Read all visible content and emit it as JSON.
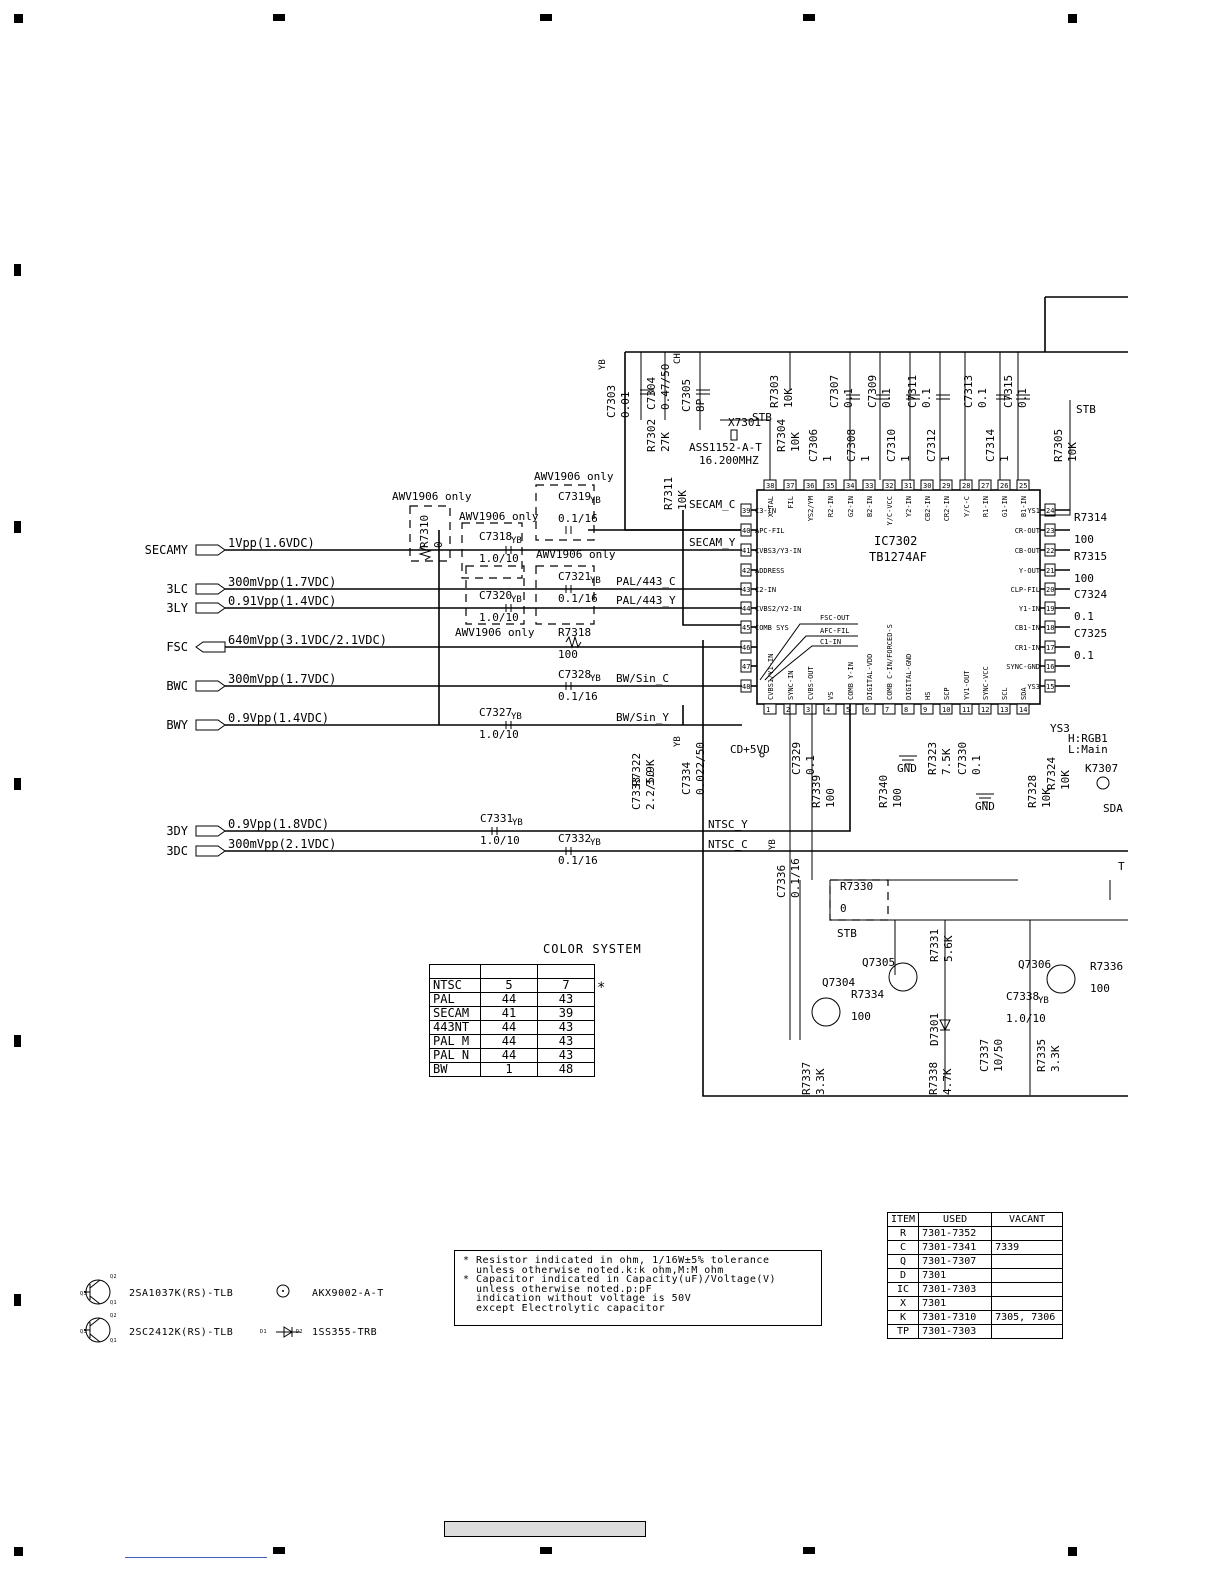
{
  "inputs": [
    {
      "name": "SECAMY",
      "signal": "1Vpp(1.6VDC)"
    },
    {
      "name": "3LC",
      "signal": "300mVpp(1.7VDC)"
    },
    {
      "name": "3LY",
      "signal": "0.91Vpp(1.4VDC)"
    },
    {
      "name": "FSC",
      "signal": "640mVpp(3.1VDC/2.1VDC)"
    },
    {
      "name": "BWC",
      "signal": "300mVpp(1.7VDC)"
    },
    {
      "name": "BWY",
      "signal": "0.9Vpp(1.4VDC)"
    },
    {
      "name": "3DY",
      "signal": "0.9Vpp(1.8VDC)"
    },
    {
      "name": "3DC",
      "signal": "300mVpp(2.1VDC)"
    }
  ],
  "ic": {
    "ref": "IC7302",
    "part": "TB1274AF"
  },
  "ic_pins_left": [
    {
      "num": "39",
      "label": "C3-IN"
    },
    {
      "num": "40",
      "label": "APC-FIL"
    },
    {
      "num": "41",
      "label": "CVBS3/Y3-IN"
    },
    {
      "num": "42",
      "label": "ADDRESS"
    },
    {
      "num": "43",
      "label": "C2-IN"
    },
    {
      "num": "44",
      "label": "CVBS2/Y2-IN"
    },
    {
      "num": "45",
      "label": "COMB SYS"
    },
    {
      "num": "46",
      "label": ""
    },
    {
      "num": "47",
      "label": ""
    },
    {
      "num": "48",
      "label": ""
    }
  ],
  "ic_pins_top": [
    {
      "num": "38",
      "label": "X'TAL"
    },
    {
      "num": "37",
      "label": "FIL"
    },
    {
      "num": "36",
      "label": "YS2/YM"
    },
    {
      "num": "35",
      "label": "R2-IN"
    },
    {
      "num": "34",
      "label": "G2-IN"
    },
    {
      "num": "33",
      "label": "B2-IN"
    },
    {
      "num": "32",
      "label": "Y/C-VCC"
    },
    {
      "num": "31",
      "label": "Y2-IN"
    },
    {
      "num": "30",
      "label": "CB2-IN"
    },
    {
      "num": "29",
      "label": "CR2-IN"
    },
    {
      "num": "28",
      "label": "Y/C-C"
    },
    {
      "num": "27",
      "label": "R1-IN"
    },
    {
      "num": "26",
      "label": "G1-IN"
    },
    {
      "num": "25",
      "label": "B1-IN"
    }
  ],
  "ic_pins_right": [
    {
      "num": "24",
      "label": "YS1"
    },
    {
      "num": "23",
      "label": "CR-OUT"
    },
    {
      "num": "22",
      "label": "CB-OUT"
    },
    {
      "num": "21",
      "label": "Y-OUT"
    },
    {
      "num": "20",
      "label": "CLP-FIL"
    },
    {
      "num": "19",
      "label": "Y1-IN"
    },
    {
      "num": "18",
      "label": "CB1-IN"
    },
    {
      "num": "17",
      "label": "CR1-IN"
    },
    {
      "num": "16",
      "label": "SYNC-GND"
    },
    {
      "num": "15",
      "label": "YS3"
    }
  ],
  "ic_pins_bottom": [
    {
      "num": "1",
      "label": "CVBS1/Y1-IN"
    },
    {
      "num": "2",
      "label": "SYNC-IN"
    },
    {
      "num": "3",
      "label": "CVBS-OUT"
    },
    {
      "num": "4",
      "label": "VS"
    },
    {
      "num": "5",
      "label": "COMB Y-IN"
    },
    {
      "num": "6",
      "label": "DIGITAL-VDD"
    },
    {
      "num": "7",
      "label": "COMB C-IN/FORCED-S"
    },
    {
      "num": "8",
      "label": "DIGITAL-GND"
    },
    {
      "num": "9",
      "label": "HS"
    },
    {
      "num": "10",
      "label": "SCP"
    },
    {
      "num": "11",
      "label": "YV1-OUT"
    },
    {
      "num": "12",
      "label": "SYNC-VCC"
    },
    {
      "num": "13",
      "label": "SCL"
    },
    {
      "num": "14",
      "label": "SDA"
    }
  ],
  "ic_inner_labels": [
    "FSC-OUT",
    "AFC-FIL",
    "C1-IN"
  ],
  "nets": [
    "SECAM_C",
    "SECAM_Y",
    "PAL/443_C",
    "PAL/443_Y",
    "BW/Sin_C",
    "BW/Sin_Y",
    "NTSC_Y",
    "NTSC_C",
    "CD+5VD",
    "GND",
    "GND",
    "YS3",
    "H:RGB1",
    "L:Main",
    "SDA",
    "STB",
    "STB",
    "STB",
    "T"
  ],
  "components": [
    {
      "ref": "C7303",
      "value": "0.01",
      "note": "YB"
    },
    {
      "ref": "C7304",
      "value": "0.47/50"
    },
    {
      "ref": "C7305",
      "value": "8P",
      "note": "CH"
    },
    {
      "ref": "R7302",
      "value": "27K"
    },
    {
      "ref": "X7301",
      "value": "ASS1152-A-T",
      "note": "16.200MHZ"
    },
    {
      "ref": "R7303",
      "value": "10K"
    },
    {
      "ref": "R7304",
      "value": "10K"
    },
    {
      "ref": "C7306",
      "value": "1"
    },
    {
      "ref": "C7307",
      "value": "0.1"
    },
    {
      "ref": "C7308",
      "value": "1"
    },
    {
      "ref": "C7309",
      "value": "0.1"
    },
    {
      "ref": "C7310",
      "value": "1"
    },
    {
      "ref": "C7311",
      "value": "0.1"
    },
    {
      "ref": "C7312",
      "value": "1"
    },
    {
      "ref": "C7313",
      "value": "0.1"
    },
    {
      "ref": "C7314",
      "value": "1"
    },
    {
      "ref": "C7315",
      "value": "0.1"
    },
    {
      "ref": "R7305",
      "value": "10K"
    },
    {
      "ref": "R7311",
      "value": "10K"
    },
    {
      "ref": "R7310",
      "value": "0"
    },
    {
      "ref": "C7319",
      "value": "0.1/16",
      "note": "YB"
    },
    {
      "ref": "C7318",
      "value": "1.0/10",
      "note": "YB"
    },
    {
      "ref": "C7321",
      "value": "0.1/16",
      "note": "YB"
    },
    {
      "ref": "C7320",
      "value": "1.0/10",
      "note": "YB"
    },
    {
      "ref": "R7318",
      "value": "100"
    },
    {
      "ref": "C7328",
      "value": "0.1/16",
      "note": "YB"
    },
    {
      "ref": "C7327",
      "value": "1.0/10",
      "note": "YB"
    },
    {
      "ref": "R7322",
      "value": "3.9K"
    },
    {
      "ref": "C7333",
      "value": "2.2/50"
    },
    {
      "ref": "C7334",
      "value": "0.022/50",
      "note": "YB"
    },
    {
      "ref": "C7329",
      "value": "0.1"
    },
    {
      "ref": "R7339",
      "value": "100"
    },
    {
      "ref": "R7340",
      "value": "100"
    },
    {
      "ref": "R7323",
      "value": "7.5K"
    },
    {
      "ref": "C7330",
      "value": "0.1"
    },
    {
      "ref": "R7328",
      "value": "10K"
    },
    {
      "ref": "R7324",
      "value": "10K"
    },
    {
      "ref": "K7307",
      "value": ""
    },
    {
      "ref": "C7331",
      "value": "1.0/10",
      "note": "YB"
    },
    {
      "ref": "C7332",
      "value": "0.1/16",
      "note": "YB"
    },
    {
      "ref": "C7336",
      "value": "0.1/16",
      "note": "YB"
    },
    {
      "ref": "R7330",
      "value": "0"
    },
    {
      "ref": "R7331",
      "value": "5.6K"
    },
    {
      "ref": "Q7305",
      "value": ""
    },
    {
      "ref": "Q7304",
      "value": ""
    },
    {
      "ref": "R7334",
      "value": "100"
    },
    {
      "ref": "D7301",
      "value": ""
    },
    {
      "ref": "R7337",
      "value": "3.3K"
    },
    {
      "ref": "R7338",
      "value": "4.7K"
    },
    {
      "ref": "C7337",
      "value": "10/50"
    },
    {
      "ref": "Q7306",
      "value": ""
    },
    {
      "ref": "R7336",
      "value": "100"
    },
    {
      "ref": "C7338",
      "value": "1.0/10",
      "note": "YB"
    },
    {
      "ref": "R7335",
      "value": "3.3K"
    },
    {
      "ref": "R7314",
      "value": "100"
    },
    {
      "ref": "R7315",
      "value": "100"
    },
    {
      "ref": "C7324",
      "value": "0.1"
    },
    {
      "ref": "C7325",
      "value": "0.1"
    }
  ],
  "awv_notes": [
    "AWV1906 only",
    "AWV1906 only",
    "AWV1906 only",
    "AWV1906 only",
    "AWV1906 only"
  ],
  "color_system": {
    "title": "COLOR SYSTEM",
    "header": [
      "",
      "",
      ""
    ],
    "rows": [
      [
        "NTSC",
        "5",
        "7"
      ],
      [
        "PAL",
        "44",
        "43"
      ],
      [
        "SECAM",
        "41",
        "39"
      ],
      [
        "443NT",
        "44",
        "43"
      ],
      [
        "PAL M",
        "44",
        "43"
      ],
      [
        "PAL N",
        "44",
        "43"
      ],
      [
        "BW",
        "1",
        "48"
      ]
    ],
    "star": "*"
  },
  "item_table": {
    "header": [
      "ITEM",
      "USED",
      "VACANT"
    ],
    "rows": [
      [
        "R",
        "7301-7352",
        ""
      ],
      [
        "C",
        "7301-7341",
        "7339"
      ],
      [
        "Q",
        "7301-7307",
        ""
      ],
      [
        "D",
        "7301",
        ""
      ],
      [
        "IC",
        "7301-7303",
        ""
      ],
      [
        "X",
        "7301",
        ""
      ],
      [
        "K",
        "7301-7310",
        "7305, 7306"
      ],
      [
        "TP",
        "7301-7303",
        ""
      ]
    ]
  },
  "notes": [
    "* Resistor indicated in ohm, 1/16W±5% tolerance",
    "  unless otherwise noted.k:k ohm,M:M ohm",
    "* Capacitor indicated in Capacity(uF)/Voltage(V)",
    "  unless otherwise noted.p:pF",
    "  indication without voltage is 50V",
    "  except Electrolytic capacitor"
  ],
  "legend": [
    {
      "part": "2SA1037K(RS)-TLB",
      "icon": "pnp-transistor-icon"
    },
    {
      "part": "2SC2412K(RS)-TLB",
      "icon": "npn-transistor-icon"
    },
    {
      "part": "AKX9002-A-T",
      "icon": "test-point-icon"
    },
    {
      "part": "1SS355-TRB",
      "icon": "diode-icon"
    }
  ],
  "legend_pins": [
    "Q2",
    "Q1",
    "Q3",
    "Q2",
    "Q1",
    "Q3",
    "D1",
    "D2"
  ],
  "page_number": ""
}
